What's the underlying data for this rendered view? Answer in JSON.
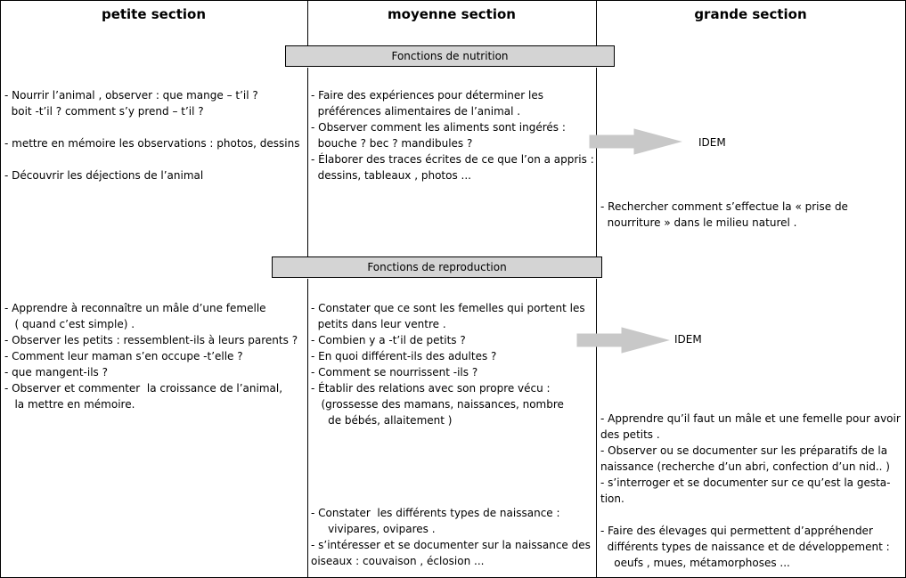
{
  "headers": {
    "petite": "petite section",
    "moyenne": "moyenne section",
    "grande": "grande section"
  },
  "bands": {
    "nutrition": "Fonctions de nutrition",
    "reproduction": "Fonctions de reproduction"
  },
  "nutrition": {
    "petite": [
      "- Nourrir l’animal , observer : que mange – t’il ?",
      "  boit -t’il ? comment s’y prend – t’il ?",
      "",
      "- mettre en mémoire les observations : photos, dessins",
      "",
      "- Découvrir les déjections de l’animal"
    ],
    "moyenne": [
      "- Faire des expériences pour déterminer les",
      "  préférences alimentaires de l’animal .",
      "- Observer comment les aliments sont ingérés :",
      "  bouche ? bec ? mandibules ?",
      "- Élaborer des traces écrites de ce que l’on a appris :",
      "  dessins, tableaux , photos ..."
    ],
    "idem": "IDEM",
    "grande": [
      "- Rechercher comment s’effectue la « prise de",
      "  nourriture » dans le milieu naturel ."
    ]
  },
  "reproduction": {
    "petite": [
      "- Apprendre à reconnaître un mâle d’une femelle",
      "   ( quand c’est simple) .",
      "- Observer les petits : ressemblent-ils à leurs parents ?",
      "- Comment leur maman s’en occupe -t’elle ?",
      "- que mangent-ils ?",
      "- Observer et commenter  la croissance de l’animal,",
      "   la mettre en mémoire."
    ],
    "moyenne": [
      "- Constater que ce sont les femelles qui portent les",
      "  petits dans leur ventre .",
      "- Combien y a -t’il de petits ?",
      "- En quoi différent-ils des adultes ?",
      "- Comment se nourrissent -ils ?",
      "- Établir des relations avec son propre vécu :",
      "   (grossesse des mamans, naissances, nombre",
      "     de bébés, allaitement )"
    ],
    "moyenne_bottom": [
      "- Constater  les différents types de naissance :",
      "     vivipares, ovipares .",
      "- s’intéresser et se documenter sur la naissance des",
      "oiseaux : couvaison , éclosion ..."
    ],
    "idem": "IDEM",
    "grande": [
      "- Apprendre qu’il faut un mâle et une femelle pour avoir",
      "des petits .",
      "- Observer ou se documenter sur les préparatifs de la",
      "naissance (recherche d’un abri, confection d’un nid.. )",
      "- s’interroger et se documenter sur ce qu’est la gesta-",
      "tion.",
      "",
      "- Faire des élevages qui permettent d’appréhender",
      "  différents types de naissance et de développement :",
      "    oeufs , mues, métamorphoses ..."
    ]
  }
}
